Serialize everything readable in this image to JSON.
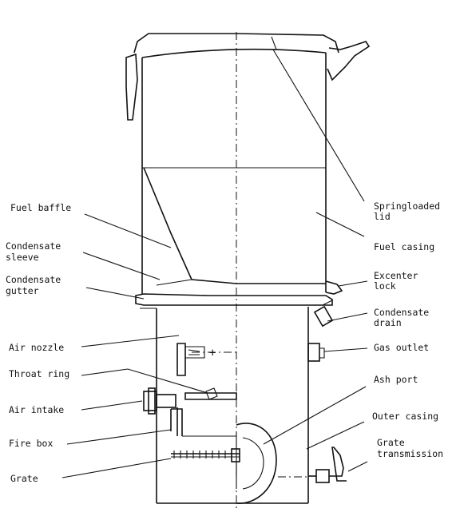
{
  "diagram": {
    "labels": {
      "fuel_baffle": "Fuel baffle",
      "condensate_sleeve_1": "Condensate",
      "condensate_sleeve_2": "sleeve",
      "condensate_gutter_1": "Condensate",
      "condensate_gutter_2": "gutter",
      "air_nozzle": "Air nozzle",
      "throat_ring": "Throat ring",
      "air_intake": "Air intake",
      "fire_box": "Fire box",
      "grate": "Grate",
      "springloaded_lid_1": "Springloaded",
      "springloaded_lid_2": "lid",
      "fuel_casing": "Fuel casing",
      "excenter_lock_1": "Excenter",
      "excenter_lock_2": "lock",
      "condensate_drain_1": "Condensate",
      "condensate_drain_2": "drain",
      "gas_outlet": "Gas outlet",
      "ash_port": "Ash port",
      "outer_casing": "Outer casing",
      "grate_transmission_1": "Grate",
      "grate_transmission_2": "transmission"
    }
  }
}
